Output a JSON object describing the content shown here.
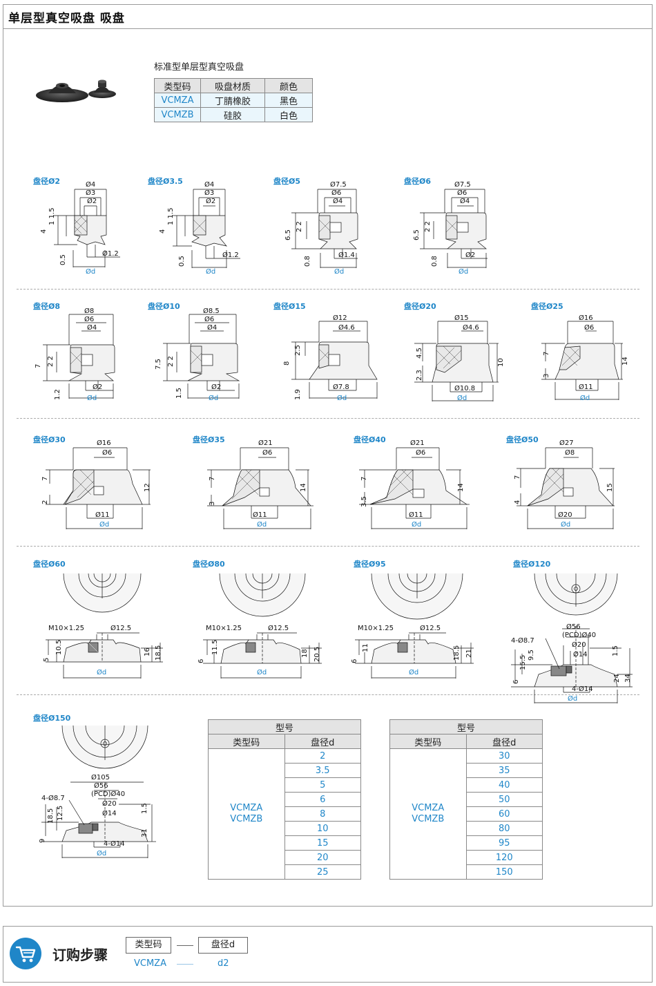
{
  "page_title": "单层型真空吸盘 吸盘",
  "standard_title": "标准型单层型真空吸盘",
  "material_table": {
    "headers": [
      "类型码",
      "吸盘材质",
      "颜色"
    ],
    "rows": [
      [
        "VCMZA",
        "丁腈橡胶",
        "黑色"
      ],
      [
        "VCMZB",
        "硅胶",
        "白色"
      ]
    ]
  },
  "size_labels": {
    "d2": "盘径Ø2",
    "d3_5": "盘径Ø3.5",
    "d5": "盘径Ø5",
    "d6": "盘径Ø6",
    "d8": "盘径Ø8",
    "d10": "盘径Ø10",
    "d15": "盘径Ø15",
    "d20": "盘径Ø20",
    "d25": "盘径Ø25",
    "d30": "盘径Ø30",
    "d35": "盘径Ø35",
    "d40": "盘径Ø40",
    "d50": "盘径Ø50",
    "d60": "盘径Ø60",
    "d80": "盘径Ø80",
    "d95": "盘径Ø95",
    "d120": "盘径Ø120",
    "d150": "盘径Ø150"
  },
  "model_tables": [
    {
      "title": "型号",
      "col1": "类型码",
      "col2": "盘径d",
      "codes": "VCMZA\nVCMZB",
      "values": [
        "2",
        "3.5",
        "5",
        "6",
        "8",
        "10",
        "15",
        "20",
        "25"
      ]
    },
    {
      "title": "型号",
      "col1": "类型码",
      "col2": "盘径d",
      "codes": "VCMZA\nVCMZB",
      "values": [
        "30",
        "35",
        "40",
        "50",
        "60",
        "80",
        "95",
        "120",
        "150"
      ]
    }
  ],
  "order": {
    "title": "订购步骤",
    "box1": "类型码",
    "box2": "盘径d",
    "example1": "VCMZA",
    "example2": "d2"
  },
  "icons": {
    "footer": "shopping-cart-icon"
  },
  "colors": {
    "accent": "#1f86c8"
  }
}
